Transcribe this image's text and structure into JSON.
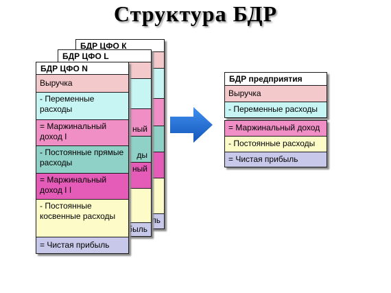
{
  "title": "Структура БДР",
  "cards": {
    "k": {
      "header": "БДР ЦФО К",
      "fragments": [
        "ль"
      ]
    },
    "l": {
      "header": "БДР ЦФО L",
      "fragments": [
        "ный",
        "ды",
        "ный",
        "рибыль"
      ]
    },
    "n": {
      "header": "БДР ЦФО N",
      "rows": [
        "Выручка",
        "- Переменные расходы",
        "= Маржинальный доход I",
        "- Постоянные прямые расходы",
        "= Маржинальный доход I I",
        "- Постоянные косвенные расходы",
        "= Чистая прибыль"
      ]
    }
  },
  "enterprise": {
    "header": "БДР  предприятия",
    "rows": [
      "Выручка",
      "- Переменные расходы",
      "= Маржинальный доход",
      "- Постоянные расходы",
      "= Чистая прибыль"
    ]
  },
  "colors": {
    "arrow": "#1f6fd6",
    "pink": "#f3c9cc",
    "cyan": "#c7f5f3",
    "magenta": "#ef8fc5",
    "teal": "#8fd0c7",
    "hot_pink": "#e55bb8",
    "yellow": "#fdfcc8",
    "lavender": "#c8c8ea"
  },
  "icons": {
    "arrow": "right-arrow-icon"
  }
}
